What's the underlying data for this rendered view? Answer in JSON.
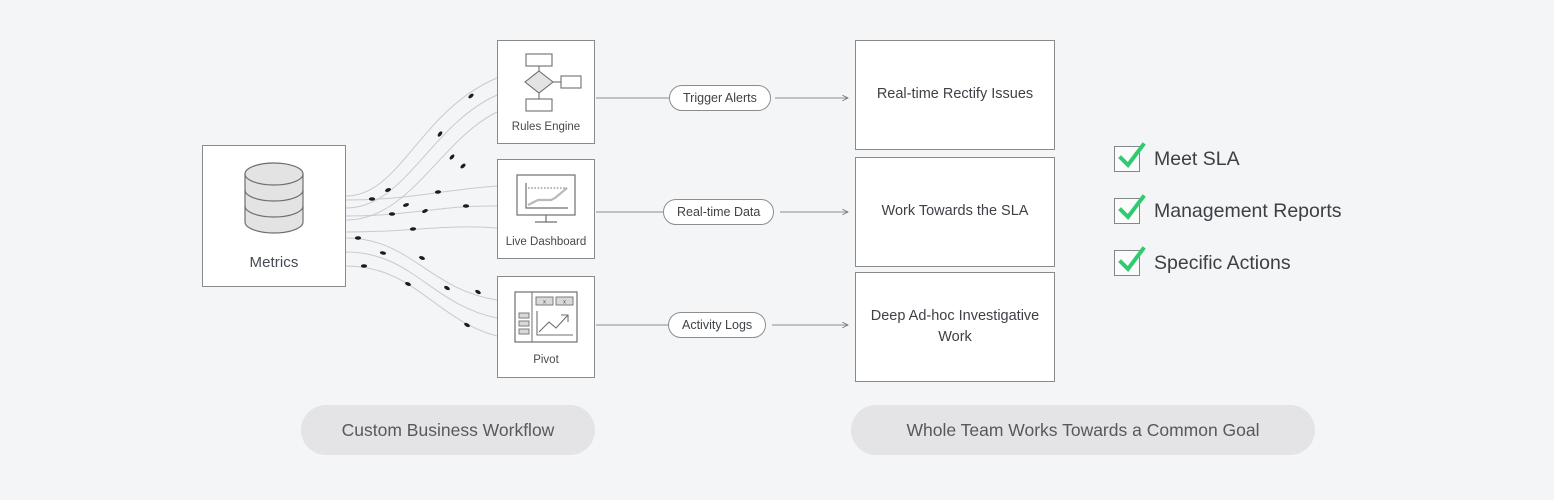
{
  "theme": {
    "background": "#f4f5f7",
    "node_fill": "#ffffff",
    "node_stroke": "#8a8a8a",
    "text": "#3d4146",
    "check_green": "#2ecc71",
    "caption_fill": "#e4e4e6",
    "flow_line": "#c9cace",
    "flow_dot": "#1c1c1c"
  },
  "source": {
    "label": "Metrics",
    "icon": "database-cylinder-icon"
  },
  "stages": [
    {
      "id": "rules",
      "label": "Rules Engine",
      "icon": "flowchart-decision-icon"
    },
    {
      "id": "dashboard",
      "label": "Live Dashboard",
      "icon": "monitor-chart-icon"
    },
    {
      "id": "pivot",
      "label": "Pivot",
      "icon": "pivot-table-icon"
    }
  ],
  "edges": [
    {
      "id": "trigger",
      "label": "Trigger Alerts",
      "from": "rules",
      "to": "outcome-1"
    },
    {
      "id": "realtime",
      "label": "Real-time Data",
      "from": "dashboard",
      "to": "outcome-2"
    },
    {
      "id": "activity",
      "label": "Activity Logs",
      "from": "pivot",
      "to": "outcome-3"
    }
  ],
  "outcomes": [
    {
      "id": "outcome-1",
      "label": "Real-time Rectify Issues"
    },
    {
      "id": "outcome-2",
      "label": "Work Towards the SLA"
    },
    {
      "id": "outcome-3",
      "label": "Deep Ad-hoc Investigative Work"
    }
  ],
  "checklist": [
    {
      "label": "Meet SLA",
      "checked": true,
      "icon": "check-mark-icon"
    },
    {
      "label": "Management Reports",
      "checked": true,
      "icon": "check-mark-icon"
    },
    {
      "label": "Specific Actions",
      "checked": true,
      "icon": "check-mark-icon"
    }
  ],
  "captions": {
    "left": "Custom Business Workflow",
    "right": "Whole Team Works Towards a Common Goal"
  }
}
